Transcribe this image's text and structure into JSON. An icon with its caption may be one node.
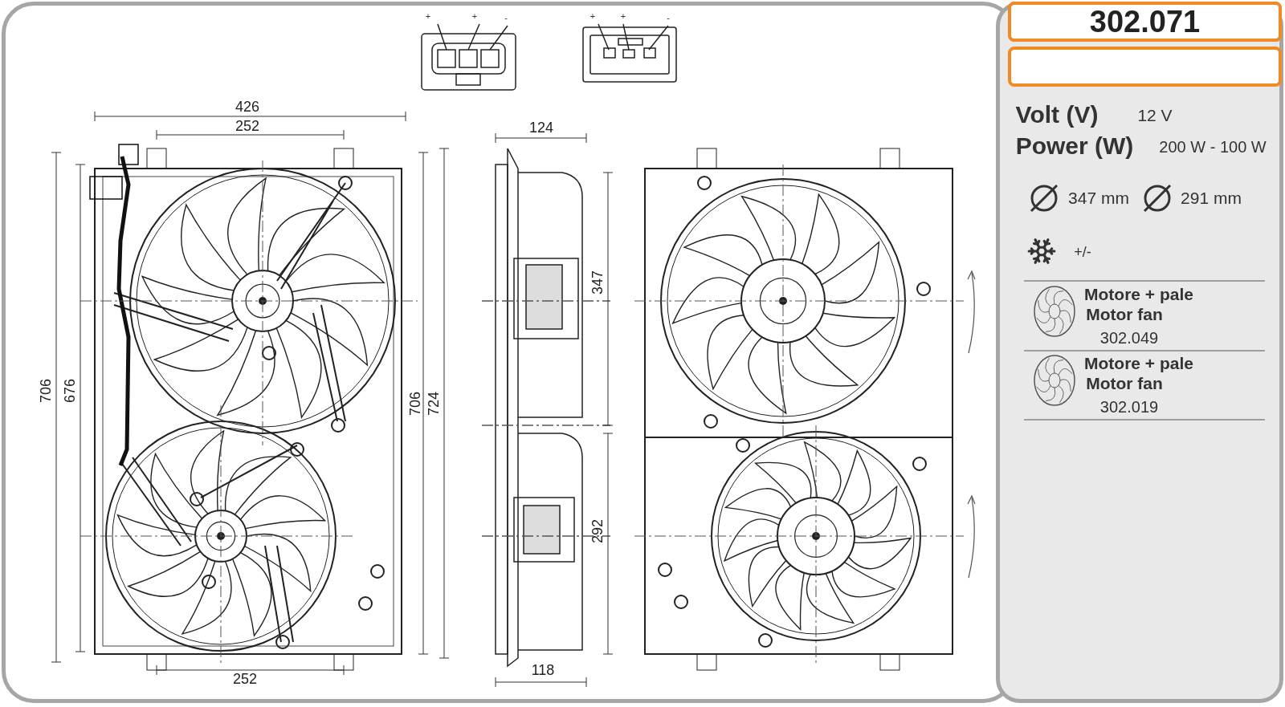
{
  "diagram": {
    "nodes": [
      {
        "text": [
          "302.071"
        ]
      },
      {
        "text": [],
        "shape": "box"
      }
    ],
    "labels": [
      "+",
      "+",
      "-",
      "+",
      "+",
      "-",
      "426",
      "252",
      "124",
      "706",
      "676",
      "706",
      "724",
      "347",
      "292",
      "118",
      "252",
      "Volt (V)",
      "12 V",
      "Power (W)",
      "200 W - 100 W",
      "347 mm",
      "291 mm",
      "+/-",
      "Motore + pale",
      "Motor fan",
      "302.049",
      "Motore + pale",
      "Motor fan",
      "302.019"
    ]
  }
}
